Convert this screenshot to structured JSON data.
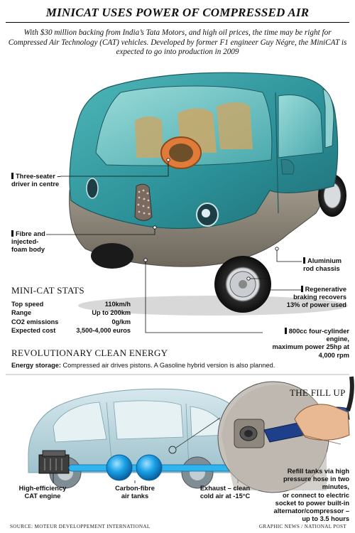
{
  "header": {
    "title": "MINICAT USES POWER OF COMPRESSED AIR",
    "subtitle": "With $30 million backing from India’s Tata Motors, and high oil prices, the time may be right for Compressed Air Technology (CAT) vehicles. Developed by former F1 engineer Guy Négre, the MiniCAT is expected to go into production in 2009"
  },
  "callouts": {
    "seater": [
      "Three-seater –",
      "driver in centre"
    ],
    "fibre": [
      "Fibre and",
      "injected-",
      "foam body"
    ],
    "chassis": [
      "Aluminium",
      "rod chassis"
    ],
    "braking": [
      "Regenerative",
      "braking recovers",
      "13% of power used"
    ],
    "engine": [
      "800cc four-cylinder engine,",
      "maximum power 25hp at 4,000 rpm"
    ]
  },
  "stats": {
    "heading": "MINI-CAT STATS",
    "rows": [
      {
        "label": "Top speed",
        "value": "110km/h"
      },
      {
        "label": "Range",
        "value": "Up to 200km"
      },
      {
        "label": "CO2 emissions",
        "value": "0g/km"
      },
      {
        "label": "Expected cost",
        "value": "3,500-4,000 euros"
      }
    ]
  },
  "energy": {
    "heading": "REVOLUTIONARY CLEAN ENERGY",
    "label": "Energy storage:",
    "text": "Compressed air drives pistons. A Gasoline hybrid version is also planned."
  },
  "fillup": {
    "heading": "THE FILL UP",
    "text": [
      "Refill tanks via high",
      "pressure hose in two minutes,",
      "or connect to electric",
      "socket to power built-in",
      "alternator/compressor –",
      "up to 3.5 hours"
    ]
  },
  "bottom_labels": {
    "engine": [
      "High-efficiency",
      "CAT engine"
    ],
    "tanks": [
      "Carbon-fibre",
      "air tanks"
    ],
    "exhaust": [
      "Exhaust – clean",
      "cold air at -15°C"
    ]
  },
  "footer": {
    "source": "SOURCE: MOTEUR DEVELOPPEMENT INTERNATIONAL",
    "credit": "GRAPHIC NEWS / NATIONAL POST"
  },
  "colors": {
    "car_body": "#2f9aa0",
    "car_lower": "#8e8779",
    "glass": "#6fc6c8",
    "tank_blue": "#1aa0e6",
    "ghost_car": "#b9d6de"
  }
}
